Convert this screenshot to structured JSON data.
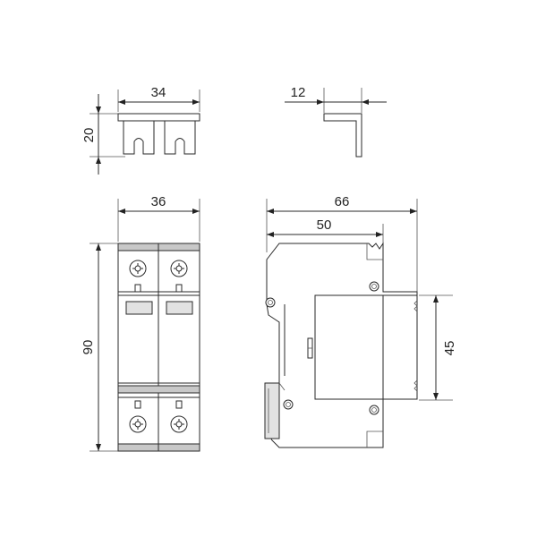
{
  "dimensions": {
    "bridge_width": "34",
    "bridge_height": "20",
    "bridge_profile_width": "12",
    "module_width": "36",
    "module_height": "90",
    "side_depth_total": "66",
    "side_depth_front": "50",
    "front_face_height": "45"
  },
  "colors": {
    "line": "#2a2a2a",
    "cap_fill": "#c8c8c8",
    "window_fill": "#e2e2e2"
  }
}
